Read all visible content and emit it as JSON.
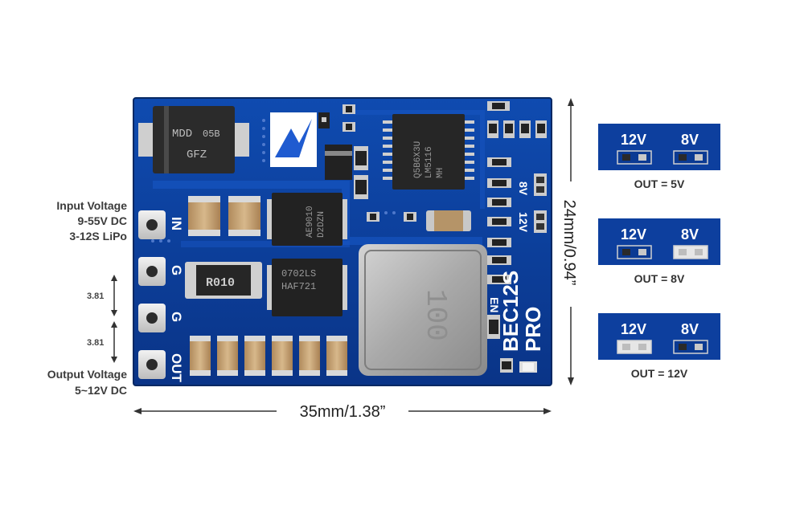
{
  "board": {
    "name_line1": "BEC12S",
    "name_line2": "PRO",
    "pad_labels": [
      "IN",
      "G",
      "G",
      "OUT"
    ],
    "jumper_labels": [
      "8V",
      "12V"
    ],
    "en_label": "EN",
    "diode_text_1": "MDD",
    "diode_text_2": "05B",
    "diode_text_3": "GFZ",
    "ic_text_1": "Q5B6X3U",
    "ic_text_2": "LM5116",
    "ic_text_3": "MH",
    "mosfet1_text_1": "AE9010",
    "mosfet1_text_2": "D2DZN",
    "mosfet2_text_1": "0702LS",
    "mosfet2_text_2": "HAF721",
    "shunt_text": "R010",
    "inductor_text": "100"
  },
  "labels": {
    "input_line1": "Input Voltage",
    "input_line2": "9-55V DC",
    "input_line3": "3-12S LiPo",
    "output_line1": "Output Voltage",
    "output_line2": "5~12V DC",
    "pitch_1": "3.81",
    "pitch_2": "3.81",
    "width_dim": "35mm/1.38”",
    "height_dim": "24mm/0.94”"
  },
  "jumpers": [
    {
      "label_12v": "12V",
      "label_8v": "8V",
      "caption": "OUT = 5V",
      "bridged": "none"
    },
    {
      "label_12v": "12V",
      "label_8v": "8V",
      "caption": "OUT = 8V",
      "bridged": "8V"
    },
    {
      "label_12v": "12V",
      "label_8v": "8V",
      "caption": "OUT = 12V",
      "bridged": "12V"
    }
  ],
  "colors": {
    "pcb": "#0d3f9e",
    "pcb_dark": "#082c74",
    "pad": "#d9d9d9",
    "capacitor": "#c9a77a"
  }
}
